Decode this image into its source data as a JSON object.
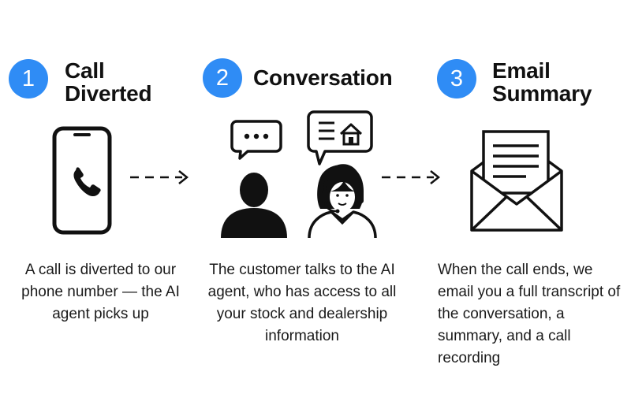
{
  "accent_color": "#2f8cf5",
  "steps": [
    {
      "number": "1",
      "title_line1": "Call",
      "title_line2": "Diverted",
      "description": "A call is diverted to our phone number — the AI agent picks up",
      "icon": "smartphone-phone-icon"
    },
    {
      "number": "2",
      "title_line1": "Conversation",
      "title_line2": "",
      "description": "The customer talks to the AI agent, who has access to all your stock and dealership information",
      "icon": "customer-and-headset-agent-icon"
    },
    {
      "number": "3",
      "title_line1": "Email",
      "title_line2": "Summary",
      "description": "When the call ends, we email you a full transcript of the conversation, a summary, and a call recording",
      "icon": "envelope-letter-icon"
    }
  ],
  "connectors": [
    "dashed-arrow-icon",
    "dashed-arrow-icon"
  ]
}
